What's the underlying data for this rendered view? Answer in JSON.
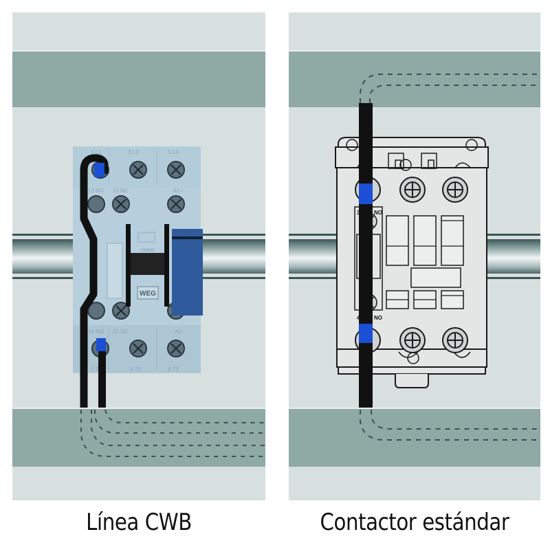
{
  "captions": {
    "left": "Línea CWB",
    "right": "Contactor estándar"
  },
  "cwb_device": {
    "brand_mark": "WEG",
    "model_text": "CWB38",
    "terminal_labels_top": [
      "1 L1",
      "3 L2",
      "5 L3"
    ],
    "aux_labels_top": [
      "13 NO",
      "21 NC",
      "A1+"
    ],
    "aux_labels_bottom": [
      "14 NO",
      "22 NC",
      "A2-"
    ],
    "terminal_labels_bottom": [
      "2 T1",
      "4 T2",
      "6 T3"
    ]
  },
  "standard_contactor": {
    "aux_label_top": [
      "3",
      "NO"
    ],
    "aux_label_bottom": [
      "4",
      "NO"
    ]
  },
  "colors": {
    "background": "#ffffff",
    "panel": "#d8dfdf",
    "wire_duct": "#8fa9a5",
    "cwb_body": "#b7cfdc",
    "cwb_accent_blue": "#2f5b9c",
    "wire": "#111111",
    "wire_ferrule": "#1a4fd6"
  }
}
